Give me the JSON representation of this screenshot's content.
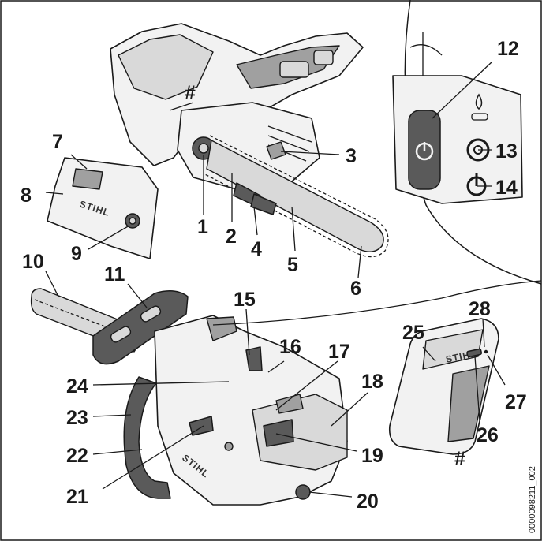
{
  "figure": {
    "figure_id": "0000098211_002",
    "brand_logo": "STIHL",
    "callouts": [
      "#",
      "1",
      "2",
      "3",
      "4",
      "5",
      "6",
      "7",
      "8",
      "9",
      "10",
      "11",
      "12",
      "13",
      "14",
      "15",
      "16",
      "17",
      "18",
      "19",
      "20",
      "21",
      "22",
      "23",
      "24",
      "25",
      "26",
      "27",
      "28",
      "#"
    ],
    "icons": [
      "power-button-icon",
      "chain-oil-drop-icon",
      "battery-charge-icon",
      "power-indicator-icon"
    ]
  }
}
